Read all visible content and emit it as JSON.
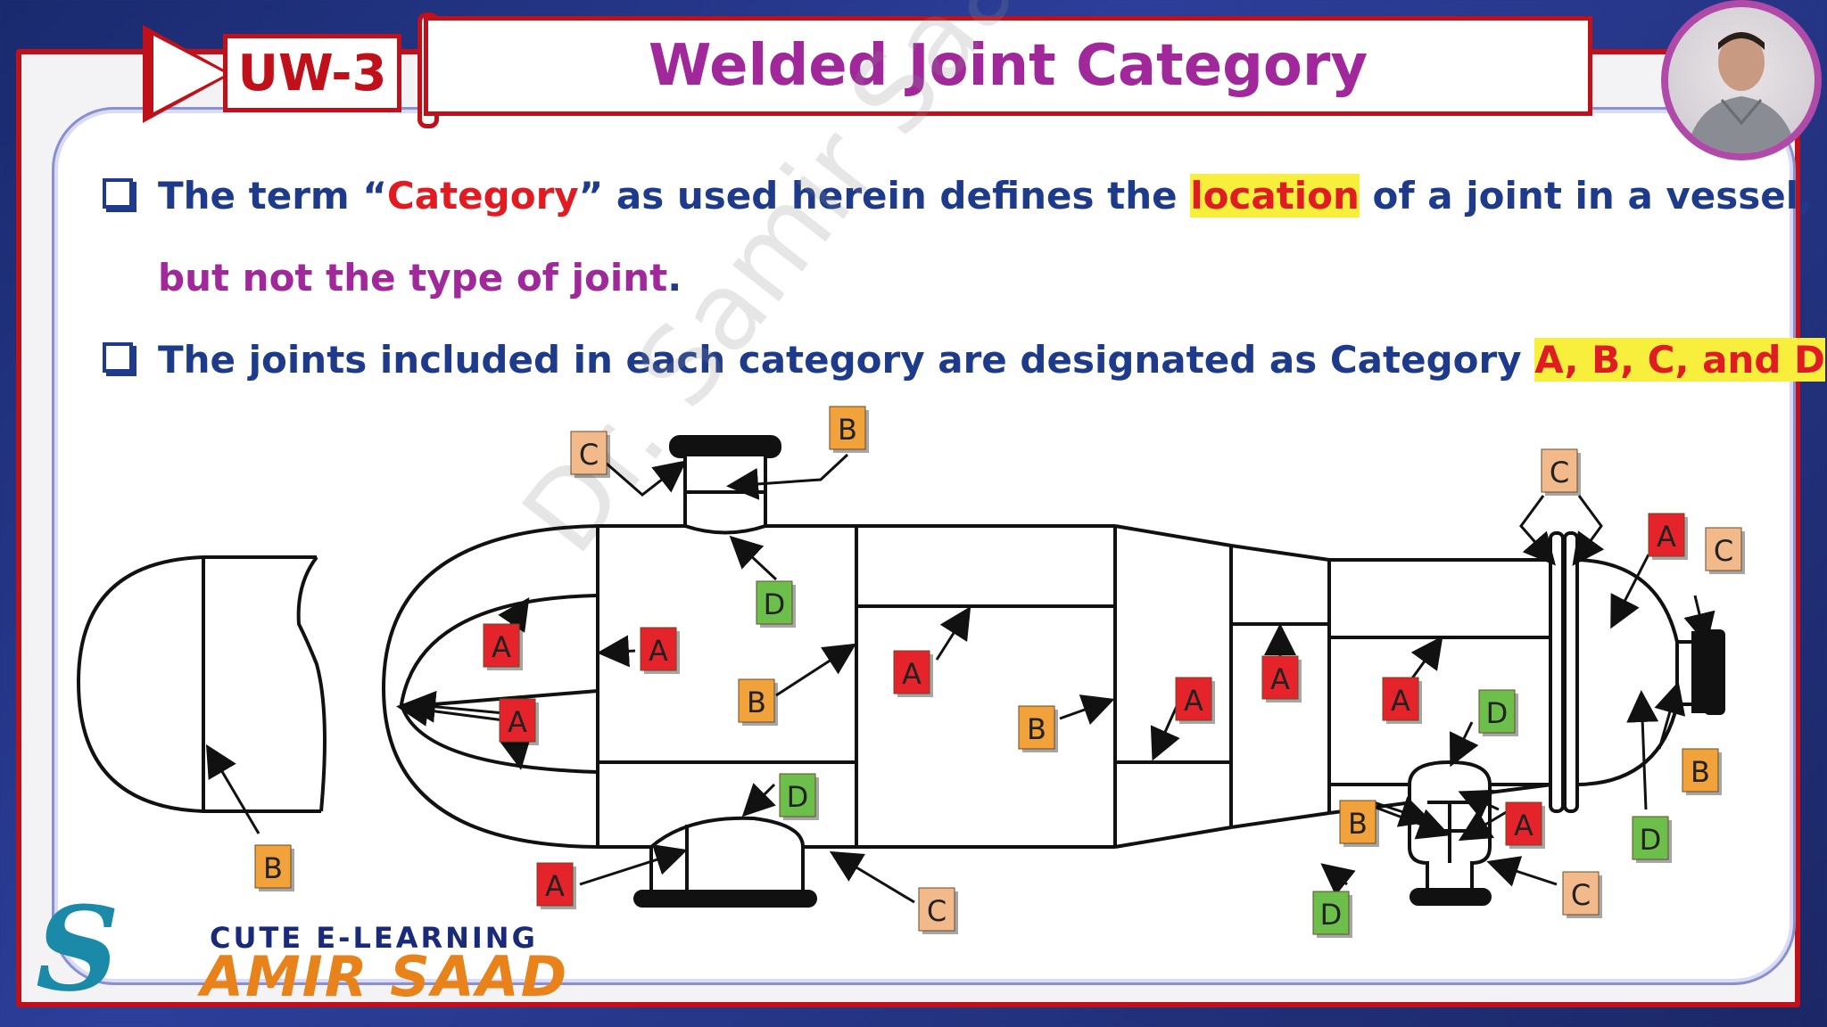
{
  "header": {
    "tag": "UW-3",
    "title": "Welded Joint Category"
  },
  "bullets": [
    {
      "parts": [
        {
          "text": "The term “",
          "style": ""
        },
        {
          "text": "Category",
          "style": "red"
        },
        {
          "text": "” as used herein defines the ",
          "style": ""
        },
        {
          "text": "location",
          "style": "hl-red"
        },
        {
          "text": " of a joint in a vessel,",
          "style": ""
        }
      ]
    },
    {
      "continuation": true,
      "parts": [
        {
          "text": "but not the type of joint",
          "style": "purple"
        },
        {
          "text": ".",
          "style": ""
        }
      ]
    },
    {
      "parts": [
        {
          "text": "The joints included in each category are designated as Category ",
          "style": ""
        },
        {
          "text": "A, B, C, and D",
          "style": "hl-red"
        },
        {
          "text": ".",
          "style": ""
        }
      ]
    }
  ],
  "colors": {
    "A": "#e4232b",
    "B": "#f1a23a",
    "C": "#f2b98b",
    "D": "#6cbf4a",
    "frame": "#c0101a",
    "title": "#a0289a",
    "body_text": "#1e3a8a"
  },
  "diagram_labels": [
    {
      "id": "lbl-c-top-nozzle",
      "text": "C",
      "cat": "C"
    },
    {
      "id": "lbl-b-top-nozzle",
      "text": "B",
      "cat": "B"
    },
    {
      "id": "lbl-d-top-nozzle",
      "text": "D",
      "cat": "D"
    },
    {
      "id": "lbl-a-head-1",
      "text": "A",
      "cat": "A"
    },
    {
      "id": "lbl-a-head-2",
      "text": "A",
      "cat": "A"
    },
    {
      "id": "lbl-a-shell-1",
      "text": "A",
      "cat": "A"
    },
    {
      "id": "lbl-b-shell-1",
      "text": "B",
      "cat": "B"
    },
    {
      "id": "lbl-a-shell-2",
      "text": "A",
      "cat": "A"
    },
    {
      "id": "lbl-b-shell-2",
      "text": "B",
      "cat": "B"
    },
    {
      "id": "lbl-a-cone",
      "text": "A",
      "cat": "A"
    },
    {
      "id": "lbl-a-shell-3",
      "text": "A",
      "cat": "A"
    },
    {
      "id": "lbl-a-shell-4",
      "text": "A",
      "cat": "A"
    },
    {
      "id": "lbl-c-flange",
      "text": "C",
      "cat": "C"
    },
    {
      "id": "lbl-a-right-head",
      "text": "A",
      "cat": "A"
    },
    {
      "id": "lbl-c-right-nozzle",
      "text": "C",
      "cat": "C"
    },
    {
      "id": "lbl-b-right-nozzle",
      "text": "B",
      "cat": "B"
    },
    {
      "id": "lbl-d-right-nozzle",
      "text": "D",
      "cat": "D"
    },
    {
      "id": "lbl-d-bottom-right",
      "text": "D",
      "cat": "D"
    },
    {
      "id": "lbl-b-bottom-right",
      "text": "B",
      "cat": "B"
    },
    {
      "id": "lbl-a-bottom-right",
      "text": "A",
      "cat": "A"
    },
    {
      "id": "lbl-c-bottom-right",
      "text": "C",
      "cat": "C"
    },
    {
      "id": "lbl-d-bottom-right-2",
      "text": "D",
      "cat": "D"
    },
    {
      "id": "lbl-d-bottom-mid",
      "text": "D",
      "cat": "D"
    },
    {
      "id": "lbl-a-bottom-mid",
      "text": "A",
      "cat": "A"
    },
    {
      "id": "lbl-c-bottom-mid",
      "text": "C",
      "cat": "C"
    },
    {
      "id": "lbl-b-left-head",
      "text": "B",
      "cat": "B"
    }
  ],
  "logo": {
    "line1": "CUTE E-LEARNING",
    "line2": "AMIR SAAD",
    "mark": "S"
  },
  "watermark": "Dr. Samir Saad"
}
